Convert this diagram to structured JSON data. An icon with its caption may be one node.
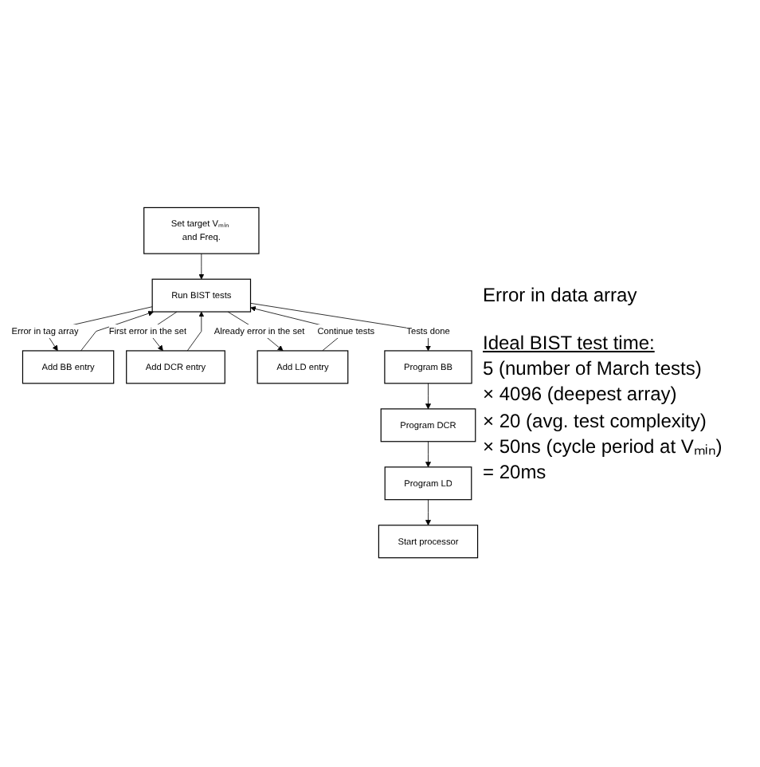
{
  "diagram": {
    "nodes": [
      {
        "text": [
          "Set target Vₘᵢₙ and Freq."
        ]
      },
      {
        "text": [
          "Run BIST tests"
        ]
      },
      {
        "text": [
          "Add BB entry"
        ]
      },
      {
        "text": [
          "Add DCR entry"
        ]
      },
      {
        "text": [
          "Add LD entry"
        ]
      },
      {
        "text": [
          "Program BB"
        ]
      },
      {
        "text": [
          "Program DCR"
        ]
      },
      {
        "text": [
          "Program LD"
        ]
      },
      {
        "text": [
          "Start processor"
        ]
      }
    ],
    "edges": [
      {
        "from": 0,
        "to": 1,
        "arrow": "to"
      },
      {
        "from": 1,
        "to": 5,
        "arrow": "to",
        "label": "Tests done"
      },
      {
        "from": 1,
        "to": 2,
        "arrow": "to",
        "label": "Error in tag array"
      },
      {
        "from": 1,
        "to": 3,
        "arrow": "to",
        "label": "First error in the set"
      },
      {
        "from": 1,
        "to": 4,
        "arrow": "to",
        "label": "Already error in the set"
      },
      {
        "from": 2,
        "to": 1,
        "arrow": "to"
      },
      {
        "from": 3,
        "to": 1,
        "arrow": "to"
      },
      {
        "from": 4,
        "to": 1,
        "arrow": "to",
        "label": "Continue tests"
      },
      {
        "from": 5,
        "to": 6,
        "arrow": "to"
      },
      {
        "from": 6,
        "to": 7,
        "arrow": "to"
      },
      {
        "from": 7,
        "to": 8,
        "arrow": "to"
      }
    ],
    "labels": [
      "Error in data array",
      "Ideal BIST test time:",
      "5 (number of March tests)",
      "× 4096 (deepest array)",
      "× 20 (avg. test complexity)",
      "× 50ns (cycle period at Vₘᵢₙ)",
      "= 20ms"
    ]
  }
}
